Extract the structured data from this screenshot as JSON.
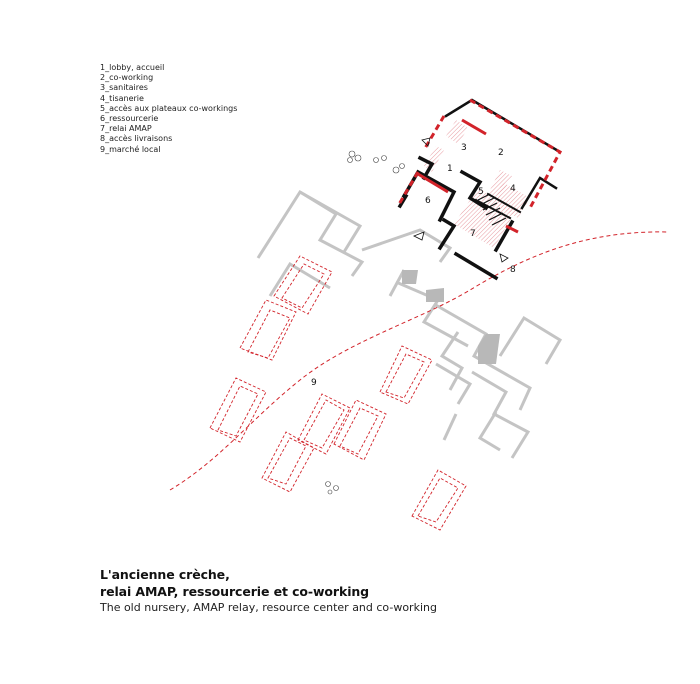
{
  "legend": {
    "items": [
      "1_lobby, accueil",
      "2_co-working",
      "3_sanitaires",
      "4_tisanerie",
      "5_accès aux plateaux co-workings",
      "6_ressourcerie",
      "7_relai AMAP",
      "8_accès livraisons",
      "9_marché local"
    ]
  },
  "plan": {
    "labels": [
      "1",
      "2",
      "3",
      "4",
      "5",
      "6",
      "7",
      "8",
      "9"
    ]
  },
  "caption": {
    "title_line1": "L'ancienne crèche,",
    "title_line2": "relai AMAP, ressourcerie et co-working",
    "subtitle": "The old nursery, AMAP relay, resource center and co-working"
  },
  "colors": {
    "accent_red": "#d2232a",
    "wall_black": "#111111",
    "context_grey": "#c9c9c9",
    "hatch_pink": "#f2c6c8"
  }
}
